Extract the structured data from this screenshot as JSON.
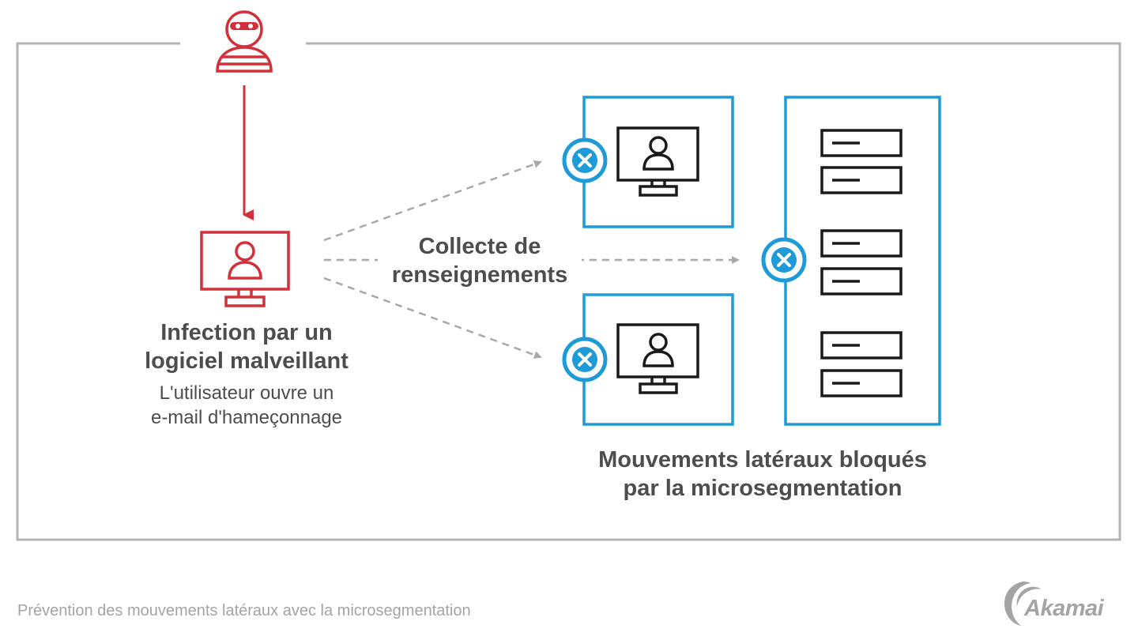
{
  "diagram": {
    "infection": {
      "title_lines": [
        "Infection par un",
        "logiciel malveillant"
      ],
      "description_lines": [
        "L'utilisateur ouvre un",
        "e-mail d'hameçonnage"
      ]
    },
    "collect_label_lines": [
      "Collecte de",
      "renseignements"
    ],
    "blocked_label_lines": [
      "Mouvements latéraux bloqués",
      "par la microsegmentation"
    ]
  },
  "footer": {
    "caption": "Prévention des mouvements latéraux avec la microsegmentation",
    "logo_text": "Akamai"
  },
  "colors": {
    "attacker_red": "#d2303a",
    "segment_blue": "#1d9ad8",
    "frame_gray": "#b3b3b3",
    "arrow_gray": "#a8a8a8",
    "text_gray": "#4d4d4f",
    "footer_gray": "#a4a4a6"
  },
  "icons": [
    "hacker-icon",
    "infected-computer-icon",
    "computer-icon",
    "server-icon",
    "blocked-x-icon"
  ]
}
